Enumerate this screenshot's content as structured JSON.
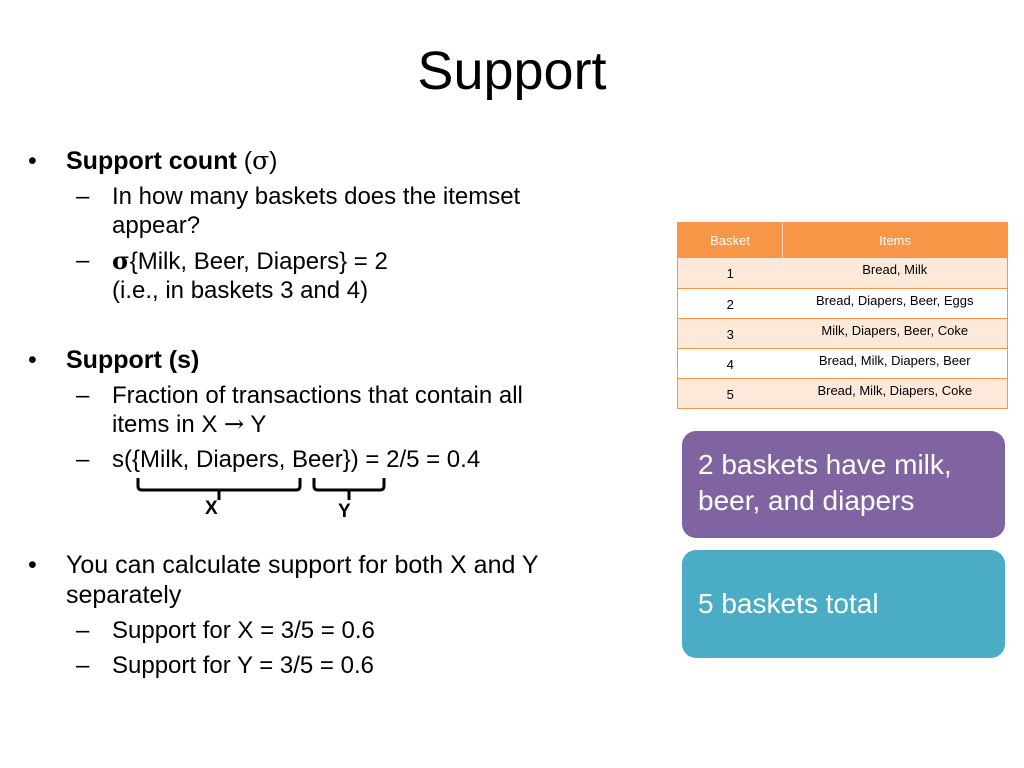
{
  "slide": {
    "title": "Support",
    "bullets": {
      "support_count": {
        "label": "Support count",
        "symbol_open": " (",
        "symbol": "σ",
        "symbol_close": ")",
        "sub1_line1": "In how many baskets does the itemset",
        "sub1_line2": "appear?",
        "sub2_symbol": "σ",
        "sub2_text": "{Milk, Beer, Diapers} = 2",
        "sub2_line2": "(i.e., in baskets 3 and 4)"
      },
      "support_s": {
        "label": "Support (s)",
        "sub1_line1": "Fraction of transactions that contain all",
        "sub1_line2_pre": "items in X ",
        "sub1_arrow": "→",
        "sub1_line2_post": " Y",
        "sub2_text": "s({Milk, Diapers, Beer}) = 2/5 = 0.4",
        "brace_x_label": "X",
        "brace_y_label": "Y"
      },
      "separately": {
        "line1": "You can calculate support for both X and Y",
        "line2": "separately",
        "sub1": "Support for X = 3/5 = 0.6",
        "sub2": "Support for Y = 3/5 = 0.6"
      }
    },
    "bullet_glyph": "•",
    "dash_glyph": "–"
  },
  "table": {
    "headers": [
      "Basket",
      "Items"
    ],
    "rows": [
      [
        "1",
        "Bread, Milk"
      ],
      [
        "2",
        "Bread, Diapers, Beer, Eggs"
      ],
      [
        "3",
        "Milk, Diapers, Beer, Coke"
      ],
      [
        "4",
        "Bread, Milk, Diapers, Beer"
      ],
      [
        "5",
        "Bread, Milk, Diapers, Coke"
      ]
    ]
  },
  "callouts": {
    "purple_line1": "2 baskets have milk,",
    "purple_line2": "beer, and diapers",
    "teal": "5 baskets total"
  },
  "colors": {
    "table_header": "#f79646",
    "table_band": "#fde9d9",
    "callout_purple": "#8064a2",
    "callout_teal": "#4bacc6"
  }
}
